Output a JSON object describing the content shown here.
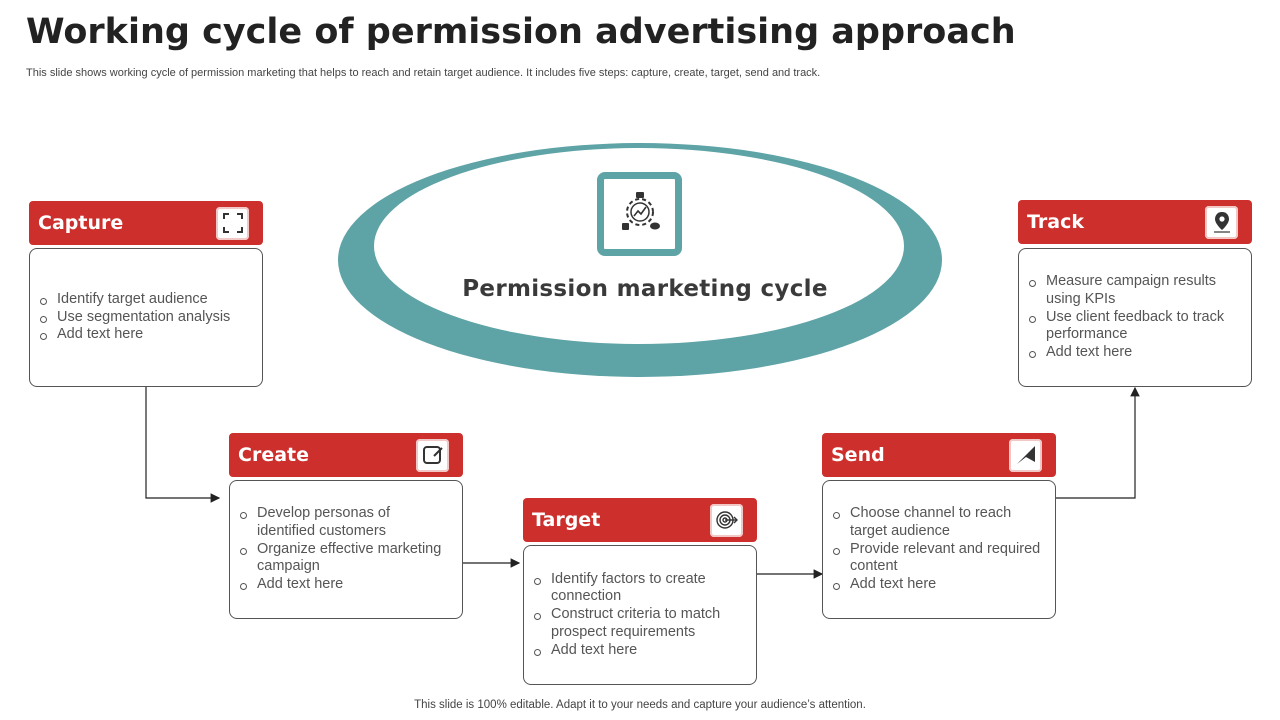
{
  "title": "Working cycle of permission advertising approach",
  "subtitle": "This slide shows working cycle of permission marketing that helps to reach and retain target audience. It includes five steps: capture, create, target, send and track.",
  "center": {
    "title": "Permission marketing cycle",
    "icon": "marketing-cycle-icon"
  },
  "colors": {
    "accent_red": "#cc2f2c",
    "ring_teal": "#5ea3a6"
  },
  "steps": {
    "capture": {
      "label": "Capture",
      "icon": "capture-frame-icon",
      "items": [
        "Identify target audience",
        "Use segmentation analysis",
        "Add text here"
      ]
    },
    "create": {
      "label": "Create",
      "icon": "edit-icon",
      "items": [
        "Develop personas of identified customers",
        "Organize effective marketing campaign",
        "Add text here"
      ]
    },
    "target": {
      "label": "Target",
      "icon": "target-icon",
      "items": [
        "Identify factors to create connection",
        "Construct criteria to match prospect requirements",
        "Add text here"
      ]
    },
    "send": {
      "label": "Send",
      "icon": "send-icon",
      "items": [
        "Choose channel to reach target audience",
        "Provide relevant and required content",
        "Add text here"
      ]
    },
    "track": {
      "label": "Track",
      "icon": "location-pin-icon",
      "items": [
        "Measure campaign results using KPIs",
        "Use client feedback to track performance",
        "Add text here"
      ]
    }
  },
  "footer": "This slide is 100% editable. Adapt it to your needs and capture your audience’s attention."
}
